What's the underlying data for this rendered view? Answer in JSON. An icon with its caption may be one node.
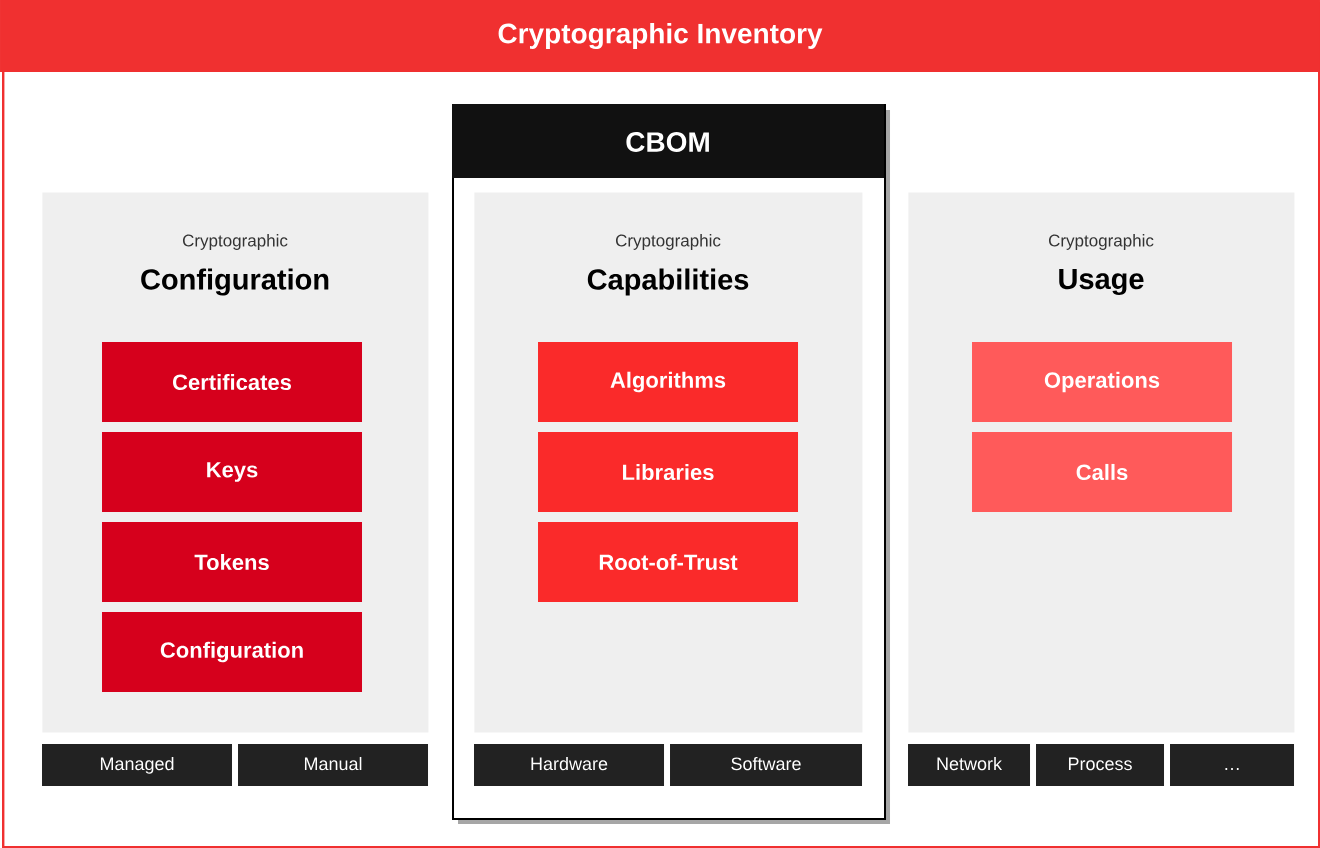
{
  "diagram": {
    "nodes": [
      {
        "text": [
          "Cryptographic Inventory"
        ]
      },
      {
        "text": [
          "Cryptographic",
          "Configuration"
        ],
        "in": 0
      },
      {
        "text": [
          "Certificates"
        ],
        "in": 1
      },
      {
        "text": [
          "Keys"
        ],
        "in": 1
      },
      {
        "text": [
          "Tokens"
        ],
        "in": 1
      },
      {
        "text": [
          "Configuration"
        ],
        "in": 1
      },
      {
        "text": [
          "CBOM"
        ],
        "in": 0
      },
      {
        "text": [
          "Cryptographic",
          "Capabilities"
        ],
        "in": 6
      },
      {
        "text": [
          "Algorithms"
        ],
        "in": 7
      },
      {
        "text": [
          "Libraries"
        ],
        "in": 7
      },
      {
        "text": [
          "Root-of-Trust"
        ],
        "in": 7
      },
      {
        "text": [
          "Cryptographic",
          "Usage"
        ],
        "in": 0
      },
      {
        "text": [
          "Operations"
        ],
        "in": 11
      },
      {
        "text": [
          "Calls"
        ],
        "in": 11
      },
      {
        "text": [
          "Managed"
        ],
        "in": 0
      },
      {
        "text": [
          "Manual"
        ],
        "in": 0
      },
      {
        "text": [
          "Hardware"
        ],
        "in": 6
      },
      {
        "text": [
          "Software"
        ],
        "in": 6
      },
      {
        "text": [
          "Network"
        ],
        "in": 0
      },
      {
        "text": [
          "Process"
        ],
        "in": 0
      },
      {
        "text": [
          "…"
        ],
        "in": 0
      }
    ]
  }
}
